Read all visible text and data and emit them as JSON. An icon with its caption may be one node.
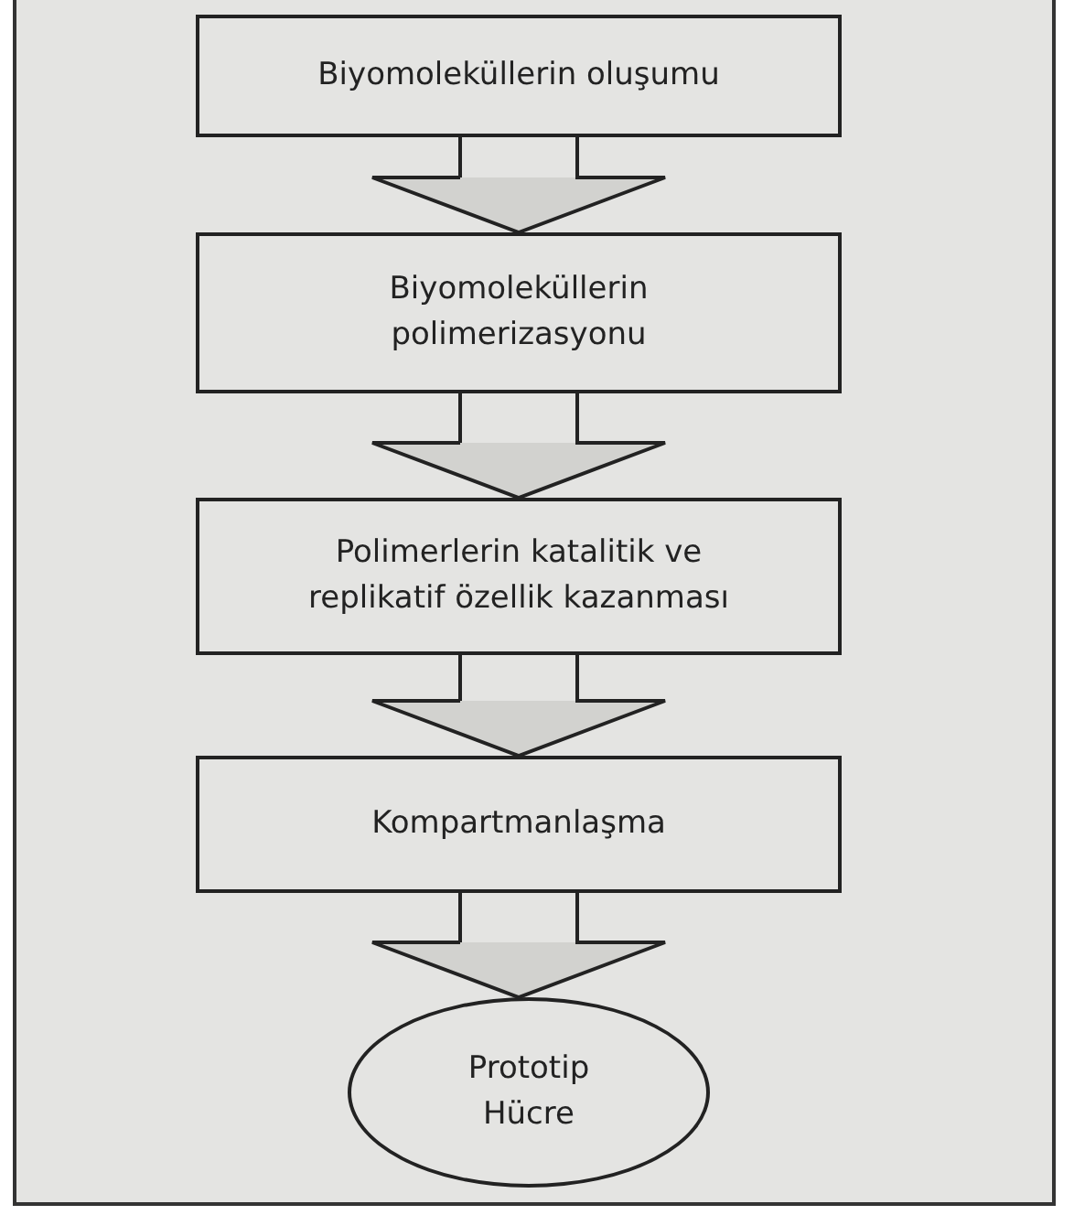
{
  "diagram": {
    "nodes": [
      {
        "text": [
          "Biyomoleküllerin oluşumu"
        ]
      },
      {
        "text": [
          "Biyomoleküllerin polimerizasyonu"
        ]
      },
      {
        "text": [
          "Polimerlerin katalitik ve replikatif özellik kazanması"
        ]
      },
      {
        "text": [
          "Kompartmanlaşma"
        ]
      },
      {
        "text": [
          "Prototip Hücre"
        ]
      }
    ],
    "edges": [
      {
        "from": 0,
        "to": 1,
        "arrow": "to"
      },
      {
        "from": 1,
        "to": 2,
        "arrow": "to"
      },
      {
        "from": 2,
        "to": 3,
        "arrow": "to"
      },
      {
        "from": 3,
        "to": 4,
        "arrow": "to"
      }
    ]
  }
}
